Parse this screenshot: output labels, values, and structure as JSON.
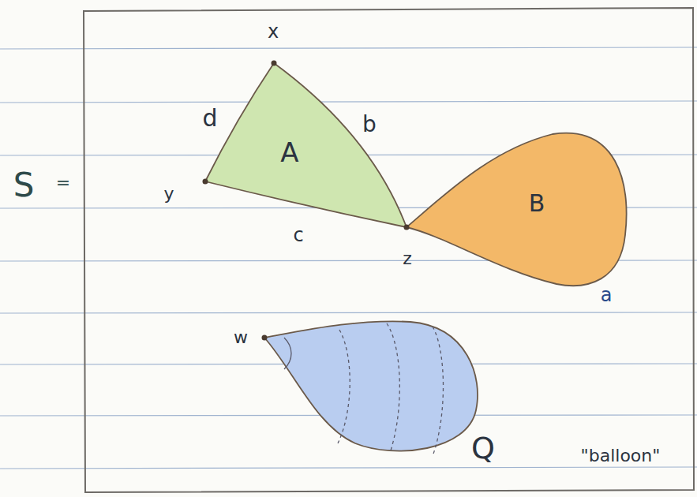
{
  "diagram": {
    "nodes": [
      {
        "text": [
          "A"
        ]
      },
      {
        "text": [
          "B"
        ]
      },
      {
        "text": [
          "Q"
        ]
      }
    ],
    "labels": [
      "S",
      "=",
      "x",
      "d",
      "b",
      "y",
      "c",
      "z",
      "a",
      "w",
      "\"balloon\""
    ]
  }
}
